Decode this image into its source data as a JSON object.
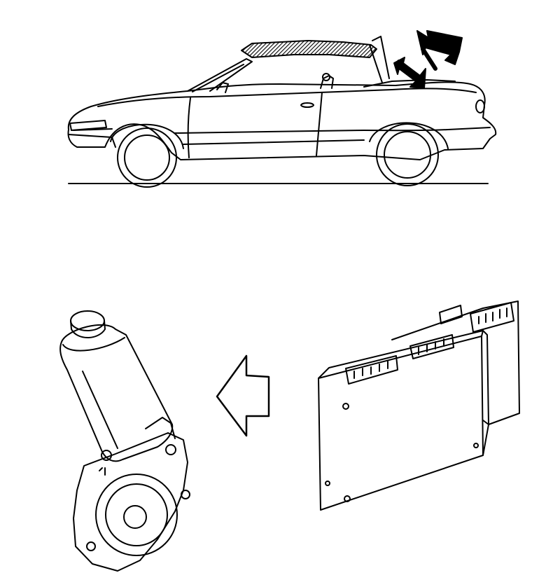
{
  "figure": {
    "background": "#ffffff",
    "line_color": "#000000",
    "hatch_color": "#444444",
    "parts": [
      {
        "id": "car",
        "icon": "convertible-car-side-view"
      },
      {
        "id": "motion_arrows",
        "icon": "double-arrow-icon",
        "count": 2
      },
      {
        "id": "motor",
        "icon": "electric-motor-icon"
      },
      {
        "id": "direction_arrow",
        "icon": "left-outline-arrow-icon"
      },
      {
        "id": "control_unit",
        "icon": "control-module-icon"
      }
    ]
  }
}
